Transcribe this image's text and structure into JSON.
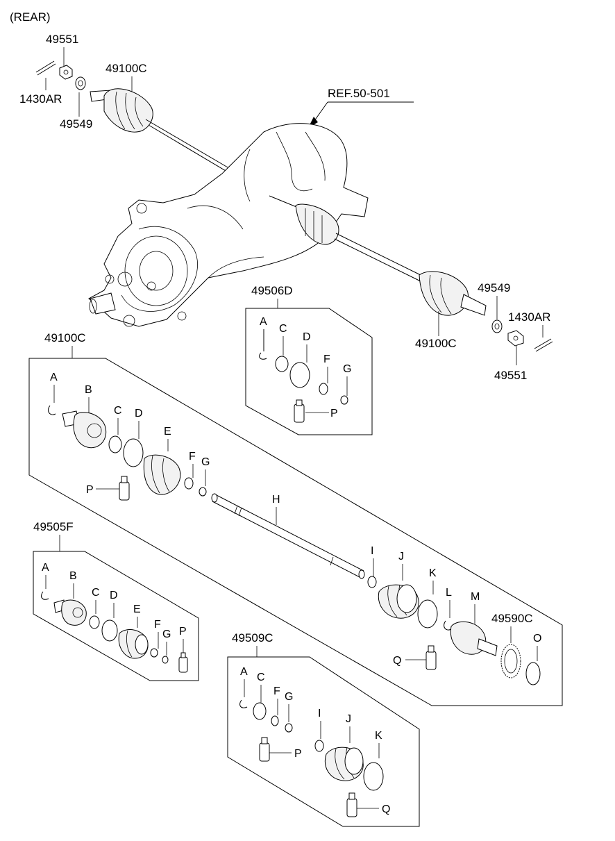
{
  "diagram": {
    "title": "(REAR)",
    "ref_label": "REF.50-501",
    "top_left_labels": {
      "nut": "49551",
      "pin": "1430AR",
      "washer": "49549",
      "shaft_assy": "49100C"
    },
    "right_labels": {
      "washer": "49549",
      "pin": "1430AR",
      "shaft_assy": "49100C",
      "nut": "49551"
    },
    "kits": {
      "main_assembly": {
        "code": "49100C",
        "letters": [
          "A",
          "B",
          "C",
          "D",
          "E",
          "F",
          "G",
          "P",
          "H",
          "I",
          "J",
          "K",
          "L",
          "M",
          "Q",
          "O"
        ],
        "sensor_ring_code": "49590C"
      },
      "boot_kit_d": {
        "code": "49506D",
        "letters": [
          "A",
          "C",
          "D",
          "F",
          "G",
          "P"
        ]
      },
      "boot_kit_f": {
        "code": "49505F",
        "letters": [
          "A",
          "B",
          "C",
          "D",
          "E",
          "F",
          "G",
          "P"
        ]
      },
      "boot_kit_c": {
        "code": "49509C",
        "letters": [
          "A",
          "C",
          "F",
          "G",
          "I",
          "J",
          "K",
          "P",
          "Q"
        ]
      }
    }
  }
}
